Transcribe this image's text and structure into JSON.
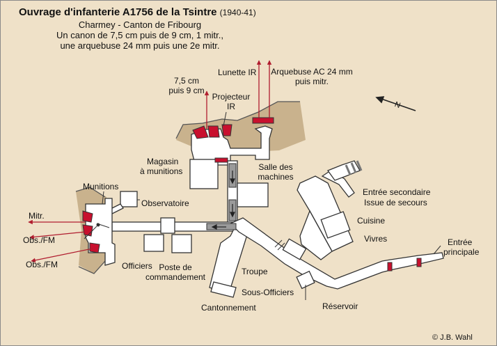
{
  "title": "Ouvrage d'infanterie A1756 de la Tsintre",
  "title_years": "(1940-41)",
  "subtitle": {
    "line1": "Charmey - Canton de Fribourg",
    "line2": "Un canon de 7,5 cm puis de 9 cm, 1 mitr.,",
    "line3": "une arquebuse 24 mm puis une 2e mitr."
  },
  "labels": {
    "canon_1": "7,5 cm",
    "canon_2": "puis 9 cm",
    "lunette": "Lunette IR",
    "arquebuse_1": "Arquebuse AC 24 mm",
    "arquebuse_2": "puis mitr.",
    "projecteur_1": "Projecteur",
    "projecteur_2": "IR",
    "magasin_1": "Magasin",
    "magasin_2": "à munitions",
    "salle_1": "Salle des",
    "salle_2": "machines",
    "munitions": "Munitions",
    "observatoire": "Observatoire",
    "mitr": "Mitr.",
    "obs_fm_1": "Obs./FM",
    "obs_fm_2": "Obs./FM",
    "officiers": "Officiers",
    "poste_1": "Poste de",
    "poste_2": "commandement",
    "troupe": "Troupe",
    "sous_officiers": "Sous-Officiers",
    "cantonnement": "Cantonnement",
    "reservoir": "Réservoir",
    "entree_secondaire": "Entrée secondaire",
    "issue_secours": "Issue de secours",
    "cuisine": "Cuisine",
    "vivres": "Vivres",
    "entree_1": "Entrée",
    "entree_2": "principale",
    "north": "N",
    "copyright": "© J.B. Wahl"
  },
  "colors": {
    "background": "#efe1c8",
    "terrain": "#c9b28d",
    "walls": "#333333",
    "embrasure": "#c8102e",
    "arrow": "#b01c2e",
    "corridor": "#9a9a9a"
  }
}
